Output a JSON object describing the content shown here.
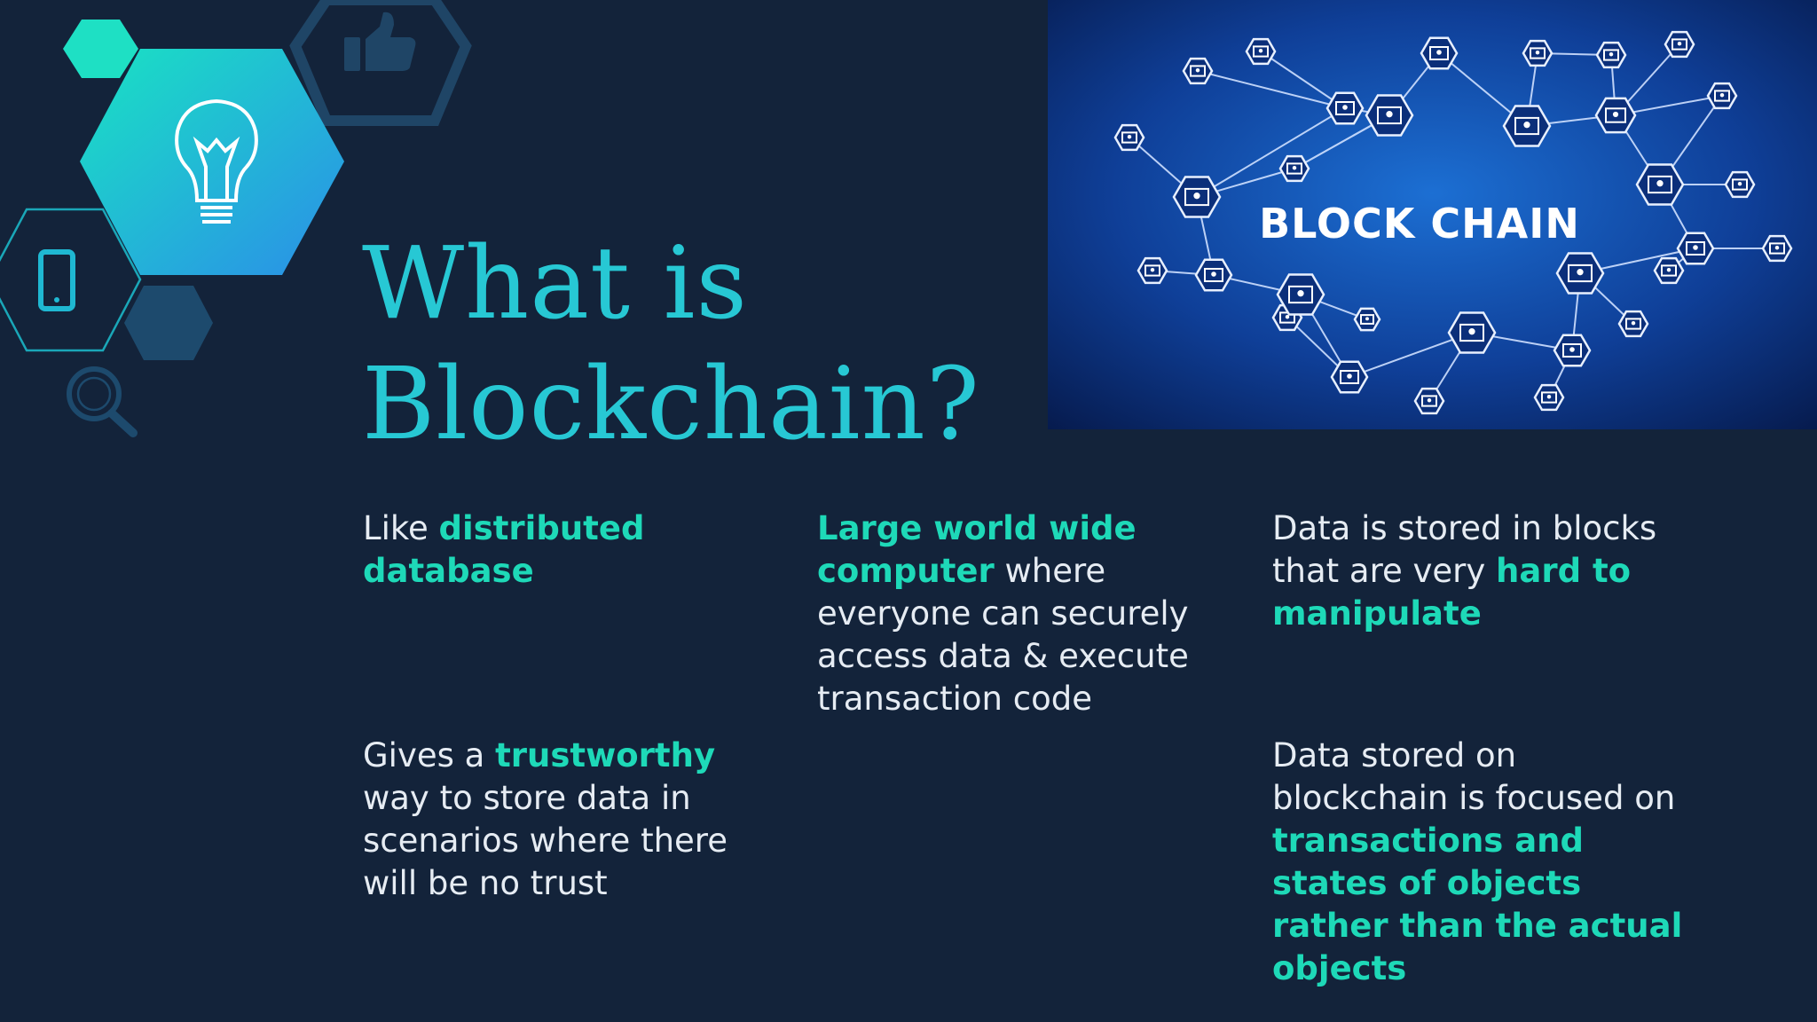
{
  "slide": {
    "title_line1": "What is",
    "title_line2": "Blockchain?",
    "image_label": "BLOCK CHAIN"
  },
  "blocks": [
    {
      "parts": [
        {
          "text": "Like ",
          "hl": false
        },
        {
          "text": "distributed database",
          "hl": true
        }
      ]
    },
    {
      "parts": [
        {
          "text": "Large world wide computer",
          "hl": true
        },
        {
          "text": " where everyone can securely access data & execute transaction code",
          "hl": false
        }
      ]
    },
    {
      "parts": [
        {
          "text": "Data is stored in blocks that are very ",
          "hl": false
        },
        {
          "text": "hard to manipulate",
          "hl": true
        }
      ]
    },
    {
      "parts": [
        {
          "text": "Gives a ",
          "hl": false
        },
        {
          "text": "trustworthy",
          "hl": true
        },
        {
          "text": " way to store data in scenarios where there will be no trust",
          "hl": false
        }
      ]
    },
    {
      "parts": [
        {
          "text": "Data stored on blockchain is focused on ",
          "hl": false
        },
        {
          "text": "transactions and states of objects rather than the actual objects",
          "hl": true
        }
      ]
    }
  ],
  "icons": [
    "lightbulb-icon",
    "thumbs-up-icon",
    "smartphone-icon",
    "magnifier-icon"
  ],
  "colors": {
    "background": "#13233a",
    "title": "#27c8d4",
    "highlight": "#1ed9b8",
    "body_text": "#e6ecf3",
    "hex_accent": "#1ee0c4"
  }
}
